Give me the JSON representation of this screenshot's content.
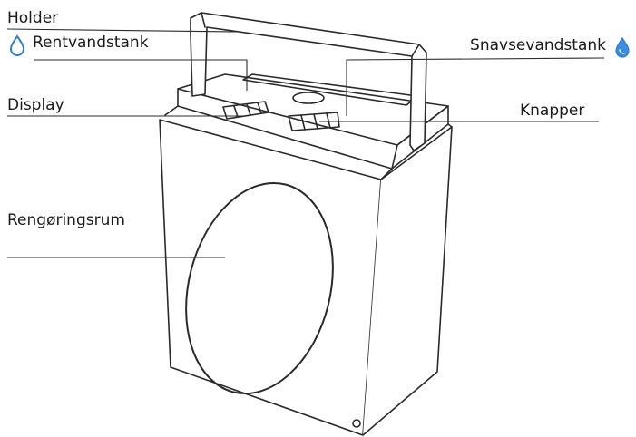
{
  "labels": {
    "holder": "Holder",
    "clean_tank": "Rentvandstank",
    "dirty_tank": "Snavsevandstank",
    "display": "Display",
    "buttons": "Knapper",
    "cleaning_room": "Rengøringsrum"
  },
  "icons": {
    "clean_tank": "water-drop-outline-icon",
    "dirty_tank": "water-drop-filled-icon"
  },
  "colors": {
    "clean_drop": "#2f7fd0",
    "dirty_drop": "#3a8de0",
    "line": "#2a2a2a"
  }
}
